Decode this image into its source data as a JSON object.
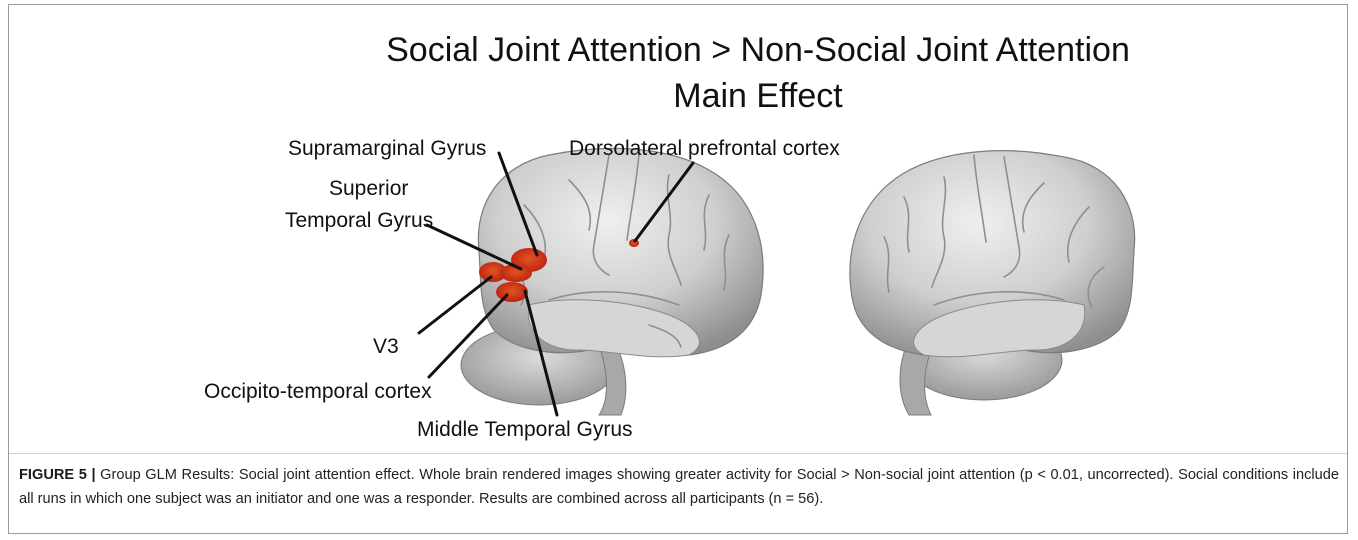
{
  "figure": {
    "title_line1": "Social Joint Attention > Non-Social Joint Attention",
    "title_line2": "Main Effect",
    "labels": {
      "supramarginal": "Supramarginal Gyrus",
      "dlpfc": "Dorsolateral prefrontal cortex",
      "stg_line1": "Superior",
      "stg_line2": "Temporal Gyrus",
      "v3": "V3",
      "occipito": "Occipito-temporal cortex",
      "mtg": "Middle Temporal Gyrus"
    },
    "activation_color": "#d42a16",
    "brain_color": "#c9c9c9"
  },
  "caption": {
    "label": "FIGURE 5 |",
    "text": " Group GLM Results: Social joint attention effect. Whole brain rendered images showing greater activity for Social > Non-social joint attention (p < 0.01, uncorrected). Social conditions include all runs in which one subject was an initiator and one was a responder. Results are combined across all participants (n = 56)."
  }
}
